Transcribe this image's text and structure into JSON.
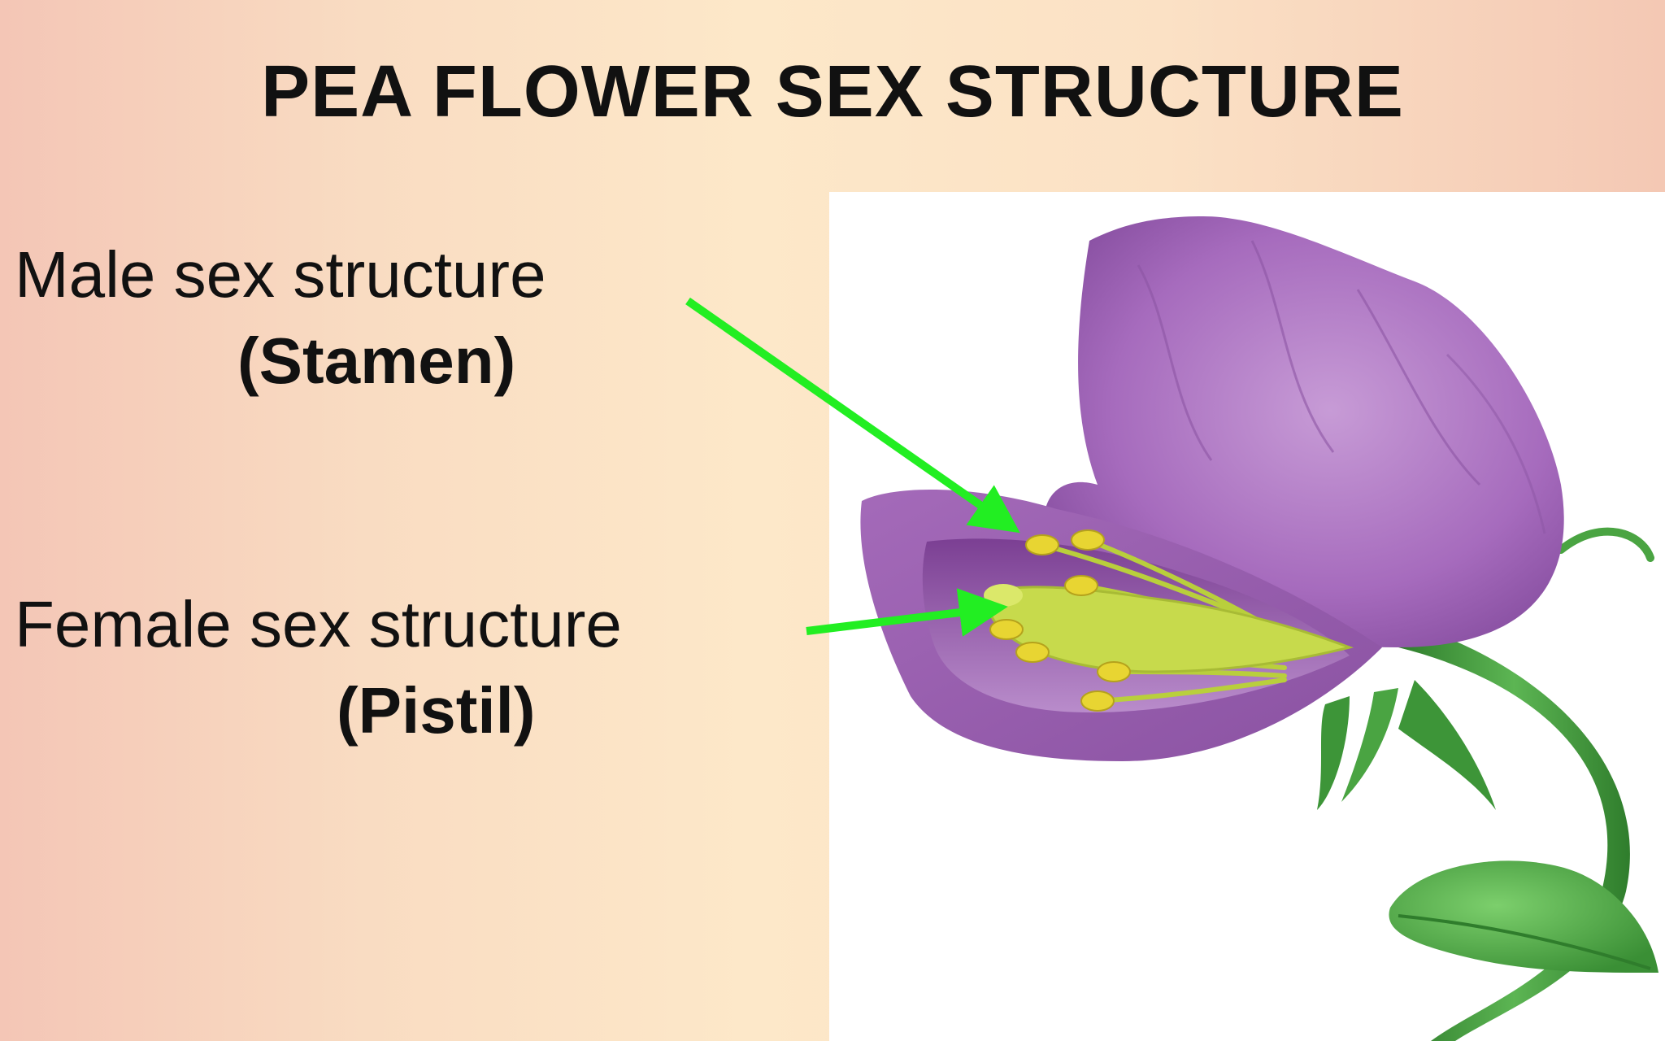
{
  "slide": {
    "title": "PEA FLOWER SEX STRUCTURE"
  },
  "labels": {
    "male": {
      "text": "Male sex structure",
      "term": "(Stamen)"
    },
    "female": {
      "text": "Female sex structure",
      "term": "(Pistil)"
    }
  },
  "colors": {
    "arrow": "#22ee22",
    "petal": "#9b5fb0",
    "stem": "#3f9a3a",
    "anther": "#e7d534",
    "pistil": "#c6d94a"
  }
}
